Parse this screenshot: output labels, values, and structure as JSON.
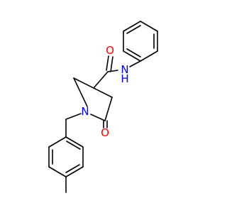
{
  "molecule": {
    "atoms": [
      {
        "id": "N_amide",
        "symbol": "N",
        "label": "N",
        "color": "#0000ff"
      },
      {
        "id": "H_amide",
        "symbol": "H",
        "label": "H",
        "color": "#0000ff"
      },
      {
        "id": "O_amide",
        "symbol": "O",
        "label": "O",
        "color": "#ff0000"
      },
      {
        "id": "N_ring",
        "symbol": "N",
        "label": "N",
        "color": "#0000ff"
      },
      {
        "id": "O_lactam",
        "symbol": "O",
        "label": "O",
        "color": "#ff0000"
      }
    ],
    "colors": {
      "bond": "#000000",
      "nitrogen": "#0000ff",
      "oxygen": "#ff0000",
      "background": "#ffffff"
    }
  }
}
